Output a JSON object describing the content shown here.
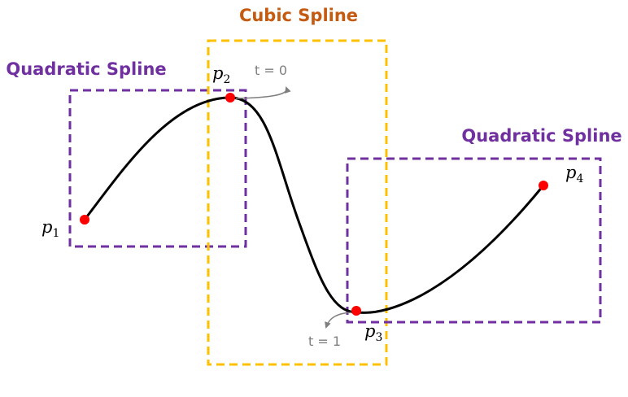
{
  "diagram": {
    "colors": {
      "quadratic": "#7030a0",
      "cubic": "#ffc000",
      "cubic_title": "#c55a11",
      "curve": "#000000",
      "point": "#ff0000",
      "annotation": "#7f7f7f"
    },
    "titles": {
      "quadratic_left": "Quadratic Spline",
      "cubic": "Cubic Spline",
      "quadratic_right": "Quadratic Spline"
    },
    "points": [
      {
        "base": "p",
        "sub": "1"
      },
      {
        "base": "p",
        "sub": "2"
      },
      {
        "base": "p",
        "sub": "3"
      },
      {
        "base": "p",
        "sub": "4"
      }
    ],
    "params": {
      "t_start": "t = 0",
      "t_end": "t = 1"
    }
  }
}
